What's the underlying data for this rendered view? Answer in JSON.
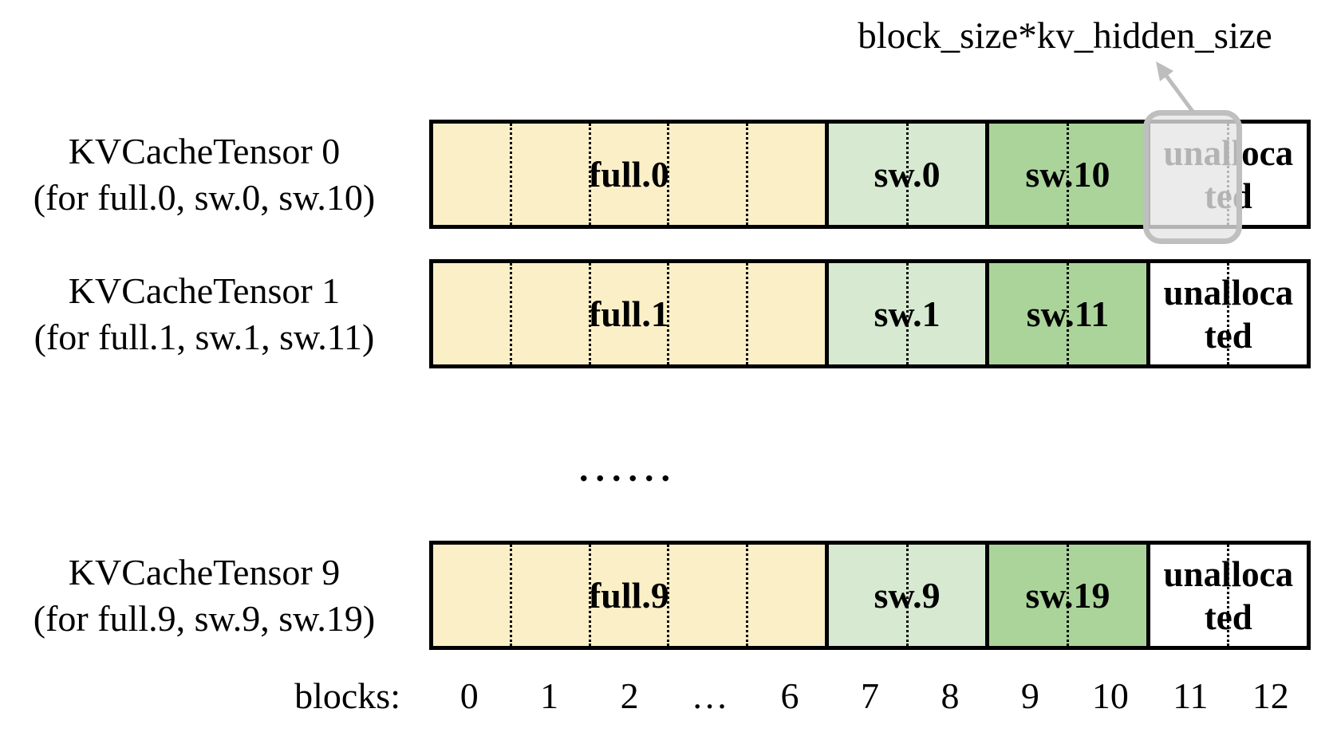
{
  "annotation": {
    "label": "block_size*kv_hidden_size"
  },
  "rows": [
    {
      "name": "KVCacheTensor 0",
      "sublabel": "(for full.0, sw.0, sw.10)",
      "full_label": "full.0",
      "sw_label": "sw.0",
      "sw2_label": "sw.10",
      "unallocated_label": "unallocated",
      "highlighted_block": "11"
    },
    {
      "name": "KVCacheTensor 1",
      "sublabel": "(for full.1, sw.1, sw.11)",
      "full_label": "full.1",
      "sw_label": "sw.1",
      "sw2_label": "sw.11",
      "unallocated_label": "unallocated"
    },
    {
      "name": "KVCacheTensor 9",
      "sublabel": "(for full.9, sw.9, sw.19)",
      "full_label": "full.9",
      "sw_label": "sw.9",
      "sw2_label": "sw.19",
      "unallocated_label": "unallocated"
    }
  ],
  "ellipsis": "......",
  "axis": {
    "label": "blocks:",
    "ticks": [
      "0",
      "1",
      "2",
      "…",
      "6",
      "7",
      "8",
      "9",
      "10",
      "11",
      "12"
    ]
  },
  "colors": {
    "full": "#FBEFC7",
    "sw": "#D7E9D1",
    "sw2": "#ABD49B",
    "unallocated": "#FFFFFF",
    "box_border": "#000000",
    "highlight_fill": "rgba(229,229,229,0.78)",
    "highlight_border": "#BFBFBF",
    "arrow": "#BDBDBD"
  }
}
